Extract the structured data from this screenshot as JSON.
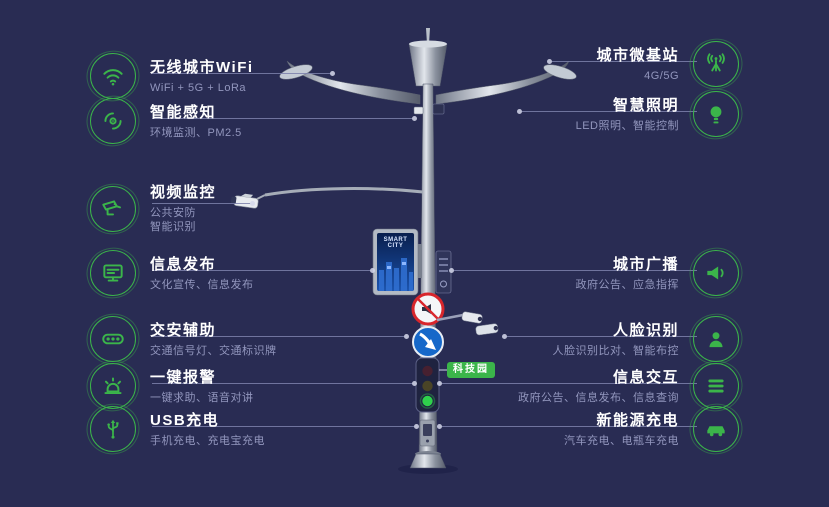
{
  "colors": {
    "background": "#292c53",
    "accent": "#3bb54a",
    "title": "#ffffff",
    "subtitle": "#9296bd"
  },
  "features": {
    "left": [
      {
        "title": "无线城市WiFi",
        "subtitle": "WiFi + 5G + LoRa",
        "icon": "wifi-icon"
      },
      {
        "title": "智能感知",
        "subtitle": "环境监测、PM2.5",
        "icon": "sensor-icon"
      },
      {
        "title": "视频监控",
        "subtitle": "公共安防",
        "subtitle2": "智能识别",
        "icon": "cctv-camera-icon"
      },
      {
        "title": "信息发布",
        "subtitle": "文化宣传、信息发布",
        "icon": "display-screen-icon"
      },
      {
        "title": "交安辅助",
        "subtitle": "交通信号灯、交通标识牌",
        "icon": "traffic-light-icon"
      },
      {
        "title": "一键报警",
        "subtitle": "一键求助、语音对讲",
        "icon": "alarm-icon"
      },
      {
        "title": "USB充电",
        "subtitle": "手机充电、充电宝充电",
        "icon": "usb-icon"
      }
    ],
    "right": [
      {
        "title": "城市微基站",
        "subtitle": "4G/5G",
        "icon": "antenna-icon"
      },
      {
        "title": "智慧照明",
        "subtitle": "LED照明、智能控制",
        "icon": "bulb-icon"
      },
      {
        "title": "城市广播",
        "subtitle": "政府公告、应急指挥",
        "icon": "speaker-icon"
      },
      {
        "title": "人脸识别",
        "subtitle": "人脸识别比对、智能布控",
        "icon": "face-icon"
      },
      {
        "title": "信息交互",
        "subtitle": "政府公告、信息发布、信息查询",
        "icon": "list-icon"
      },
      {
        "title": "新能源充电",
        "subtitle": "汽车充电、电瓶车充电",
        "icon": "ev-car-icon"
      }
    ]
  },
  "pole": {
    "screen_title": "SMART CITY",
    "tag": "科技园"
  }
}
